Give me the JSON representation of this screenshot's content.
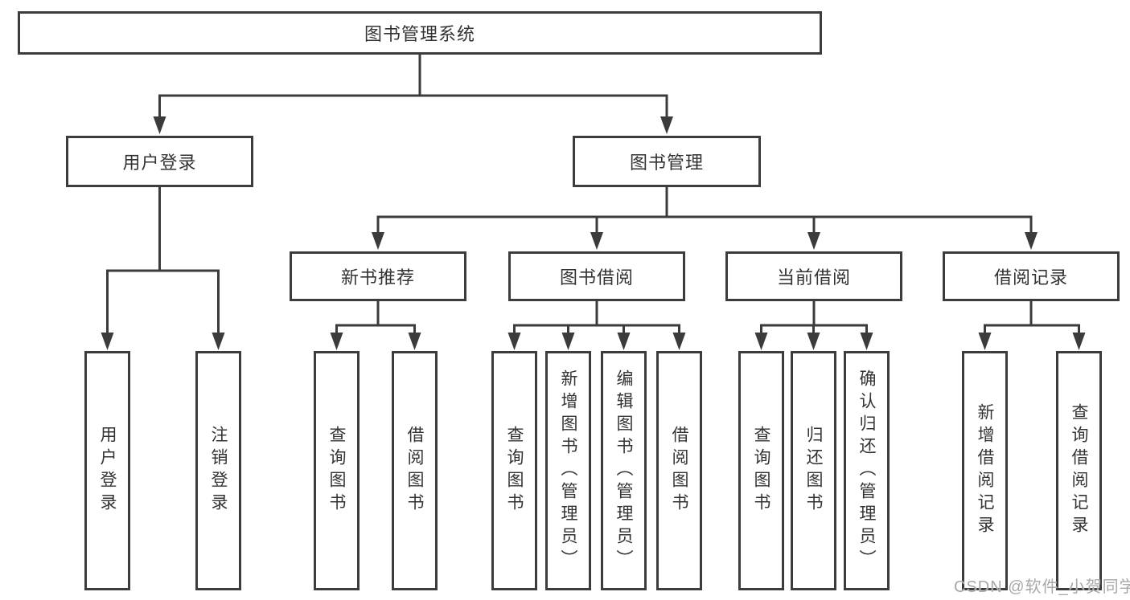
{
  "root": {
    "label": "图书管理系统"
  },
  "level2": [
    {
      "label": "用户登录"
    },
    {
      "label": "图书管理"
    }
  ],
  "level3": [
    {
      "label": "新书推荐",
      "parent": "图书管理"
    },
    {
      "label": "图书借阅",
      "parent": "图书管理"
    },
    {
      "label": "当前借阅",
      "parent": "图书管理"
    },
    {
      "label": "借阅记录",
      "parent": "图书管理"
    }
  ],
  "leaves": [
    {
      "label": "用户登录",
      "parent": "用户登录"
    },
    {
      "label": "注销登录",
      "parent": "用户登录"
    },
    {
      "label": "查询图书",
      "parent": "新书推荐"
    },
    {
      "label": "借阅图书",
      "parent": "新书推荐"
    },
    {
      "label": "查询图书",
      "parent": "图书借阅"
    },
    {
      "label": "新增图书（管理员）",
      "parent": "图书借阅"
    },
    {
      "label": "编辑图书（管理员）",
      "parent": "图书借阅"
    },
    {
      "label": "借阅图书",
      "parent": "图书借阅"
    },
    {
      "label": "查询图书",
      "parent": "当前借阅"
    },
    {
      "label": "归还图书",
      "parent": "当前借阅"
    },
    {
      "label": "确认归还（管理员）",
      "parent": "当前借阅"
    },
    {
      "label": "新增借阅记录",
      "parent": "借阅记录"
    },
    {
      "label": "查询借阅记录",
      "parent": "借阅记录"
    }
  ],
  "watermark": {
    "text": "CSDN @软件_小贺同学",
    "color": "#a8a8a8"
  },
  "colors": {
    "line": "#3b3b3b",
    "box_border": "#3c3c3c",
    "text": "#333333",
    "background": "#ffffff"
  }
}
